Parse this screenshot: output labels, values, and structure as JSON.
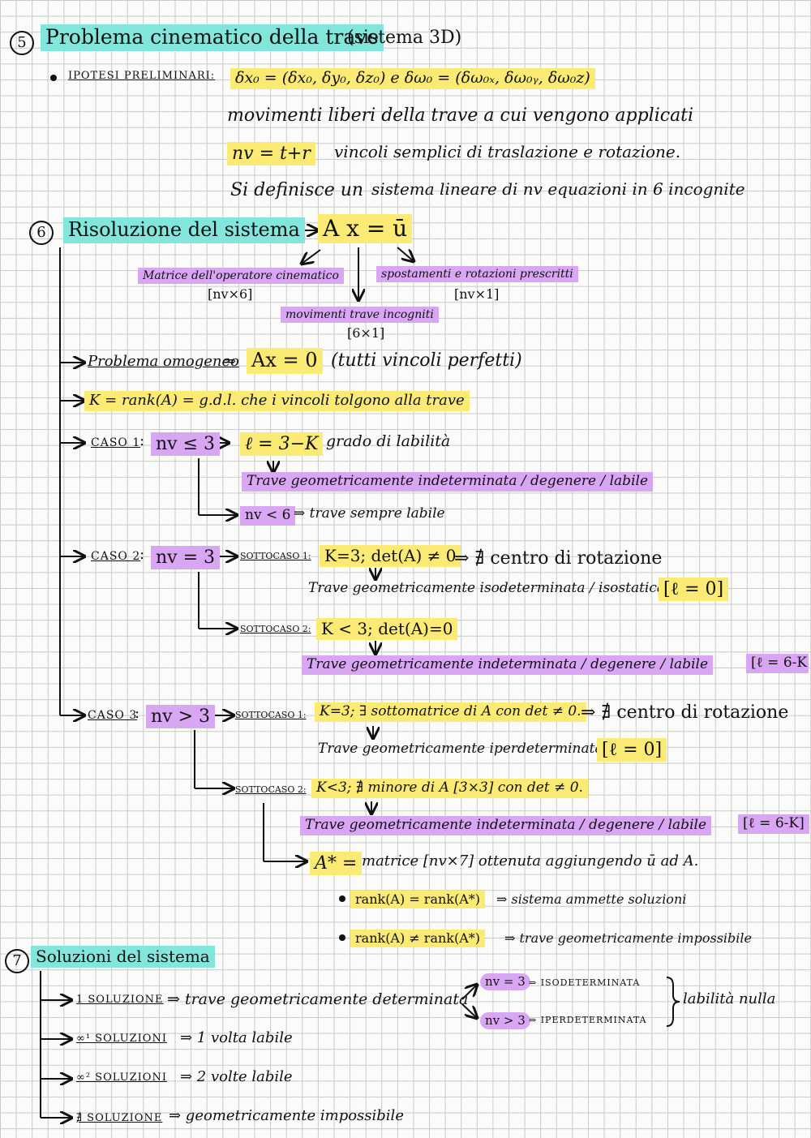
{
  "s5": {
    "num": "5",
    "title": "Problema cinematico della trave",
    "subtitle": "(sistema 3D)",
    "hyp_label": "IPOTESI PRELIMINARI:",
    "hyp_formula": "δx₀ = (δx₀, δy₀, δz₀)  e  δω₀ = (δω₀ₓ, δω₀ᵧ, δω₀z)",
    "line2": "movimenti liberi della trave a cui vengono applicati",
    "nv_formula": "nv = t+r",
    "line3": "vincoli semplici di traslazione e rotazione.",
    "line4a": "Si definisce un",
    "line4b": "sistema lineare di nv equazioni in 6 incognite"
  },
  "s6": {
    "num": "6",
    "title": "Risoluzione del sistema",
    "eq": "A x = ū",
    "matrix_label": "Matrice dell'operatore cinematico",
    "matrix_dim": "[nv×6]",
    "disp_label": "spostamenti e rotazioni prescritti",
    "disp_dim": "[nv×1]",
    "mov_label": "movimenti trave incogniti",
    "mov_dim": "[6×1]",
    "omog_label": "Problema omogeneo",
    "omog_eq": "Ax = 0",
    "omog_note": "(tutti vincoli perfetti)",
    "rank_def": "K = rank(A) = g.d.l. che i vincoli tolgono alla trave",
    "c1_label": "CASO 1",
    "c1_cond": "nv ≤ 3",
    "c1_l": "ℓ = 3−K",
    "c1_grado": "grado di labilità",
    "c1_result": "Trave geometricamente indeterminata / degenere / labile",
    "c1_sub": "nv < 6",
    "c1_sub_result": "trave sempre labile",
    "c2_label": "CASO 2",
    "c2_cond": "nv = 3",
    "c2_s1_label": "SOTTOCASO 1:",
    "c2_s1_cond": "K=3;  det(A) ≠ 0",
    "c2_s1_arrow": "⇒ ∄ centro di rotazione",
    "c2_s1_result": "Trave geometricamente isodeterminata / isostatica",
    "c2_s1_l": "[ℓ = 0]",
    "c2_s2_label": "SOTTOCASO 2:",
    "c2_s2_cond": "K < 3;  det(A)=0",
    "c2_s2_result": "Trave geometricamente indeterminata / degenere / labile",
    "c2_s2_l": "[ℓ = 6-K",
    "c3_label": "CASO 3",
    "c3_cond": "nv > 3",
    "c3_s1_label": "SOTTOCASO 1:",
    "c3_s1_cond": "K=3; ∃ sottomatrice di A con det ≠ 0.",
    "c3_s1_arrow": "⇒ ∄ centro di rotazione",
    "c3_s1_result": "Trave geometricamente iperdeterminata",
    "c3_s1_l": "[ℓ = 0]",
    "c3_s2_label": "SOTTOCASO 2:",
    "c3_s2_cond": "K<3; ∄ minore di A [3×3] con det ≠ 0.",
    "c3_s2_result": "Trave geometricamente indeterminata / degenere / labile",
    "c3_s2_l": "[ℓ = 6-K]",
    "astar": "A* =",
    "astar_desc": "matrice [nv×7] ottenuta aggiungendo ū ad A.",
    "b1_cond": "rank(A) = rank(A*)",
    "b1_res": "⇒ sistema ammette soluzioni",
    "b2_cond": "rank(A) ≠ rank(A*)",
    "b2_res": "⇒ trave geometricamente impossibile"
  },
  "s7": {
    "num": "7",
    "title": "Soluzioni del sistema",
    "r1_label": "1 SOLUZIONE",
    "r1_res": "⇒ trave geometricamente determinata",
    "r1_a_cond": "nv = 3",
    "r1_a_res": "⇒ ISODETERMINATA",
    "r1_b_cond": "nv > 3",
    "r1_b_res": "⇒ IPERDETERMINATA",
    "r1_brace": "labilità nulla",
    "r2_label": "∞¹ SOLUZIONI",
    "r2_res": "⇒ 1 volta labile",
    "r3_label": "∞² SOLUZIONI",
    "r3_res": "⇒ 2 volte labile",
    "r4_label": "∄ SOLUZIONE",
    "r4_res": "⇒ geometricamente impossibile"
  }
}
